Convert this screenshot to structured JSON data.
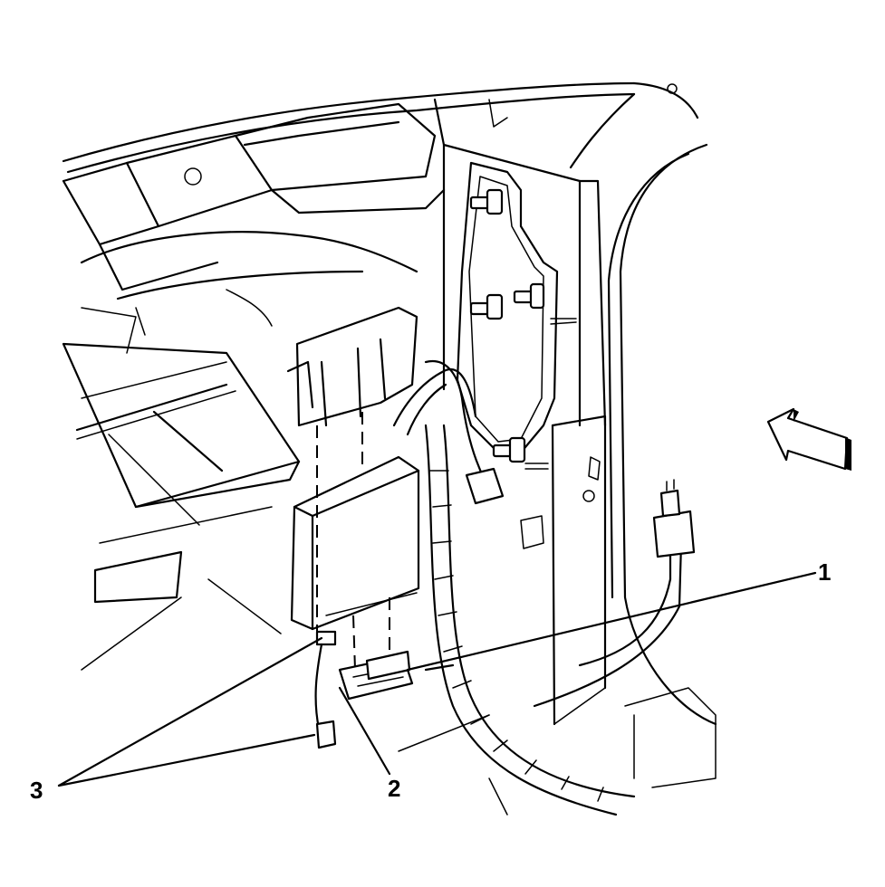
{
  "callouts": [
    {
      "id": "1",
      "label": "1"
    },
    {
      "id": "2",
      "label": "2"
    },
    {
      "id": "3",
      "label": "3"
    }
  ],
  "icons": {
    "direction_arrow": "view-direction-arrow-icon"
  },
  "colors": {
    "line": "#000000",
    "background": "#ffffff"
  }
}
